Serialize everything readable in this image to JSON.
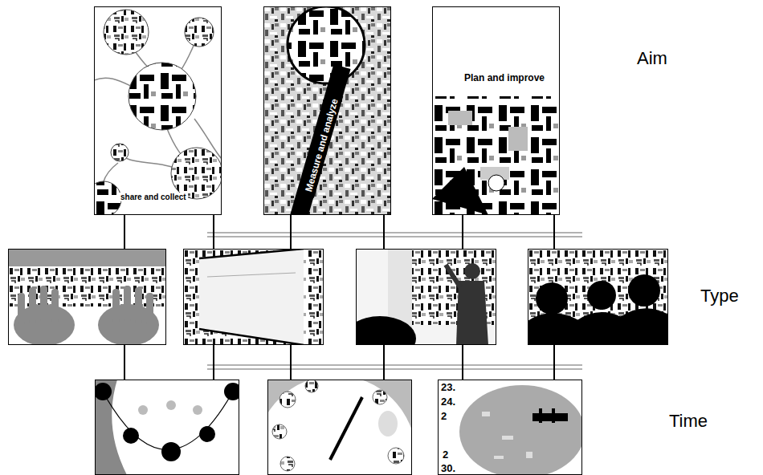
{
  "diagram": {
    "nodes": [
      {
        "text": [
          "share and collect"
        ]
      },
      {
        "text": [
          "Measure and analyze"
        ]
      },
      {
        "text": [
          "Plan and improve"
        ]
      },
      {
        "text": []
      },
      {
        "text": []
      },
      {
        "text": []
      },
      {
        "text": []
      },
      {
        "text": []
      },
      {
        "text": []
      },
      {
        "text": [
          "23.",
          "24.",
          "2",
          "2",
          "30."
        ]
      }
    ],
    "edges": [
      {
        "from": 0,
        "to": 3,
        "arrow": "none"
      },
      {
        "from": 0,
        "to": 4,
        "arrow": "none"
      },
      {
        "from": 1,
        "to": 4,
        "arrow": "none"
      },
      {
        "from": 1,
        "to": 5,
        "arrow": "none"
      },
      {
        "from": 2,
        "to": 5,
        "arrow": "none"
      },
      {
        "from": 2,
        "to": 6,
        "arrow": "none"
      },
      {
        "from": 3,
        "to": 7,
        "arrow": "none"
      },
      {
        "from": 4,
        "to": 7,
        "arrow": "none"
      },
      {
        "from": 4,
        "to": 8,
        "arrow": "none"
      },
      {
        "from": 5,
        "to": 8,
        "arrow": "none"
      },
      {
        "from": 5,
        "to": 9,
        "arrow": "none"
      },
      {
        "from": 6,
        "to": 9,
        "arrow": "none"
      }
    ],
    "labels": [
      "Aim",
      "Type",
      "Time"
    ]
  }
}
